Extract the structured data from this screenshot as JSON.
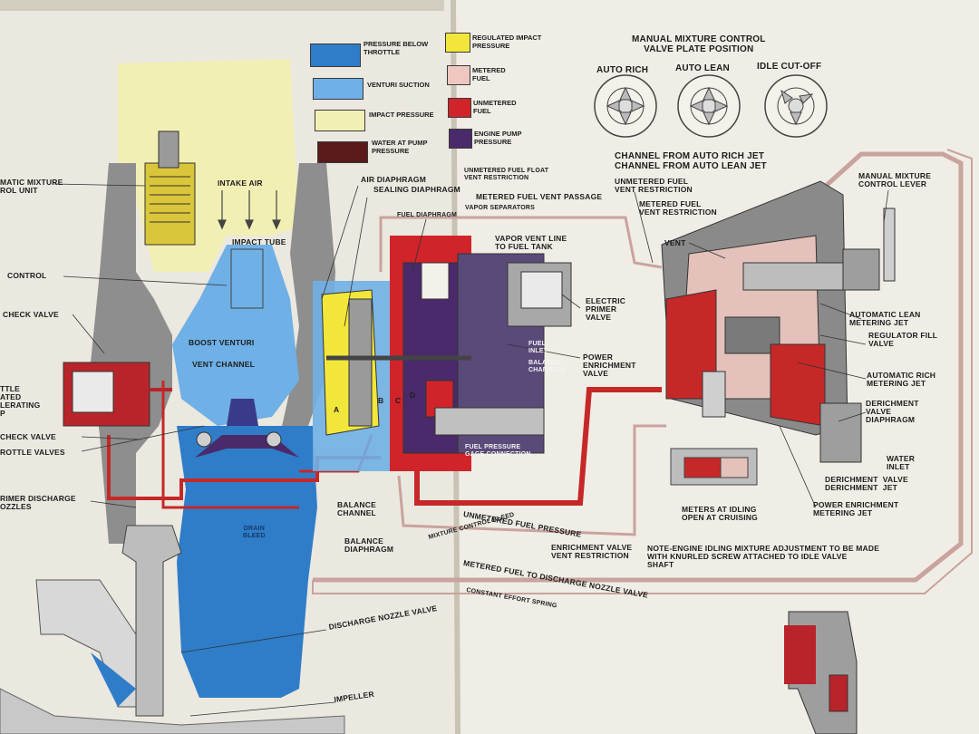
{
  "legend": {
    "colors": {
      "pressure_below_throttle": "#2f7dc8",
      "venturi_suction": "#6fb0e6",
      "impact_pressure": "#f2efb4",
      "water_at_pump_pressure": "#5a1a1a",
      "regulated_impact_pressure": "#f3e63a",
      "metered_fuel": "#f0c6c0",
      "unmetered_fuel": "#d0242a",
      "engine_pump_pressure": "#4a2a6a"
    },
    "items": [
      {
        "key": "pressure_below_throttle",
        "label": "PRESSURE BELOW\nTHROTTLE"
      },
      {
        "key": "venturi_suction",
        "label": "VENTURI SUCTION"
      },
      {
        "key": "impact_pressure",
        "label": "IMPACT PRESSURE"
      },
      {
        "key": "water_at_pump_pressure",
        "label": "WATER AT PUMP\nPRESSURE"
      },
      {
        "key": "regulated_impact_pressure",
        "label": "REGULATED IMPACT\nPRESSURE"
      },
      {
        "key": "metered_fuel",
        "label": "METERED\nFUEL"
      },
      {
        "key": "unmetered_fuel",
        "label": "UNMETERED\nFUEL"
      },
      {
        "key": "engine_pump_pressure",
        "label": "ENGINE PUMP\nPRESSURE"
      }
    ]
  },
  "mixture_control": {
    "title": "MANUAL MIXTURE CONTROL\nVALVE PLATE POSITION",
    "positions": [
      "AUTO RICH",
      "AUTO LEAN",
      "IDLE CUT-OFF"
    ],
    "channel_rich": "CHANNEL FROM AUTO RICH JET",
    "channel_lean": "CHANNEL FROM AUTO LEAN JET"
  },
  "labels": {
    "automatic_mixture_control_unit": "MATIC MIXTURE\nROL UNIT",
    "intake_air": "INTAKE AIR",
    "impact_tube": "IMPACT TUBE",
    "control": "CONTROL",
    "check_valve_top": "CHECK VALVE",
    "boost_venturi": "BOOST VENTURI",
    "vent_channel": "VENT CHANNEL",
    "throttle_accelerating": "TTLE\nATED\nLERATING\nP",
    "check_valve_lower": "CHECK VALVE",
    "throttle_valves": "ROTTLE VALVES",
    "primer_discharge_nozzles": "RIMER DISCHARGE\nOZZLES",
    "drain_bleed": "DRAIN\nBLEED",
    "air_diaphragm": "AIR DIAPHRAGM",
    "sealing_diaphragm": "SEALING DIAPHRAGM",
    "unmetered_fuel_float_vent_restriction": "UNMETERED FUEL FLOAT\nVENT RESTRICTION",
    "metered_fuel_vent_passage": "METERED FUEL VENT PASSAGE",
    "fuel_diaphragm": "FUEL DIAPHRAGM",
    "vapor_separators": "VAPOR SEPARATORS",
    "vapor_vent_line": "VAPOR VENT LINE\nTO FUEL TANK",
    "electric_primer_valve": "ELECTRIC\nPRIMER\nVALVE",
    "fuel_inlet": "FUEL\nINLET",
    "balance_channels": "BALANCE\nCHANNELS",
    "power_enrichment_valve": "POWER\nENRICHMENT\nVALVE",
    "fuel_pressure_connection": "FUEL PRESSURE\nGAGE CONNECTION",
    "balance_channel": "BALANCE\nCHANNEL",
    "balance_diaphragm": "BALANCE\nDIAPHRAGM",
    "mixture_control_bleed": "MIXTURE CONTROL BLEED",
    "unmetered_fuel_pressure": "UNMETERED FUEL PRESSURE",
    "enrichment_valve_vent_restriction": "ENRICHMENT VALVE\nVENT RESTRICTION",
    "metered_fuel_to_discharge": "METERED FUEL TO DISCHARGE NOZZLE VALVE",
    "constant_effort_spring": "CONSTANT EFFORT SPRING",
    "discharge_nozzle_valve": "DISCHARGE NOZZLE VALVE",
    "impeller": "IMPELLER",
    "unmetered_fuel_vent_restriction": "UNMETERED FUEL\nVENT RESTRICTION",
    "metered_fuel_vent_restriction": "METERED FUEL\nVENT RESTRICTION",
    "vent": "VENT",
    "manual_mixture_control_lever": "MANUAL MIXTURE\nCONTROL LEVER",
    "automatic_lean_metering_jet": "AUTOMATIC LEAN\nMETERING JET",
    "regulator_fill_valve": "REGULATOR FILL\nVALVE",
    "automatic_rich_metering_jet": "AUTOMATIC RICH\nMETERING JET",
    "derichment_valve_diaphragm": "DERICHMENT\nVALVE\nDIAPHRAGM",
    "water_inlet": "WATER\nINLET",
    "derichment_valve_jet": "DERICHMENT  VALVE\nDERICHMENT  JET",
    "power_enrichment_metering_jet": "POWER ENRICHMENT\nMETERING JET",
    "meters_at_idling": "METERS AT IDLING\nOPEN AT CRUISING",
    "note": "NOTE-ENGINE IDLING MIXTURE ADJUSTMENT TO BE MADE\nWITH KNURLED SCREW ATTACHED TO IDLE VALVE\nSHAFT",
    "letter_a": "A",
    "letter_b": "B",
    "letter_c": "C",
    "letter_d": "D"
  }
}
